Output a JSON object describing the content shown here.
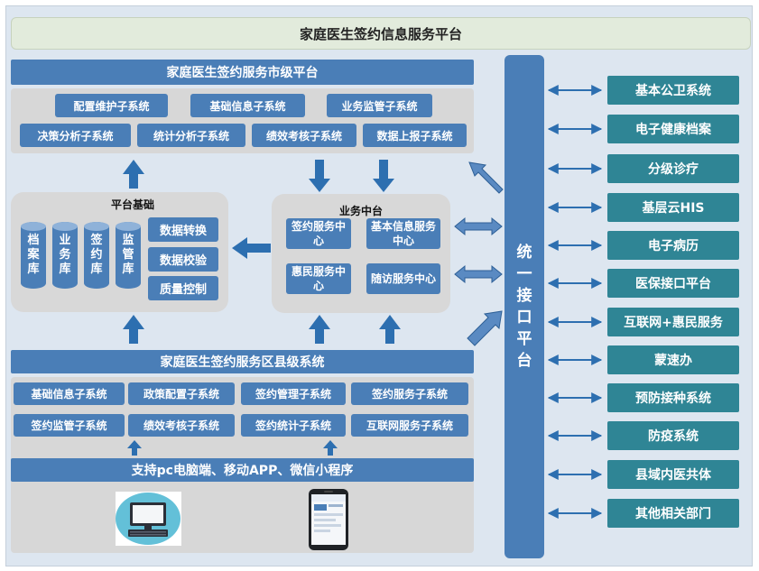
{
  "title": "家庭医生签约信息服务平台",
  "city_platform": {
    "header": "家庭医生签约服务市级平台",
    "row1": [
      "配置维护子系统",
      "基础信息子系统",
      "业务监管子系统"
    ],
    "row2": [
      "决策分析子系统",
      "统计分析子系统",
      "绩效考核子系统",
      "数据上报子系统"
    ]
  },
  "platform_base": {
    "title": "平台基础",
    "cylinders": [
      "档案库",
      "业务库",
      "签约库",
      "监管库"
    ],
    "tools": [
      "数据转换",
      "数据校验",
      "质量控制"
    ]
  },
  "business_center": {
    "title": "业务中台",
    "blocks": [
      "签约服务中心",
      "基本信息服务中心",
      "惠民服务中心",
      "随访服务中心"
    ]
  },
  "county_system": {
    "header": "家庭医生签约服务区县级系统",
    "row1": [
      "基础信息子系统",
      "政策配置子系统",
      "签约管理子系统",
      "签约服务子系统"
    ],
    "row2": [
      "签约监管子系统",
      "绩效考核子系统",
      "签约统计子系统",
      "互联网服务子系统"
    ]
  },
  "support": "支持pc电脑端、移动APP、微信小程序",
  "interface_platform": "统一接口平台",
  "right_systems": [
    "基本公卫系统",
    "电子健康档案",
    "分级诊疗",
    "基层云HIS",
    "电子病历",
    "医保接口平台",
    "互联网+惠民服务",
    "蒙速办",
    "预防接种系统",
    "防疫系统",
    "县域内医共体",
    "其他相关部门"
  ],
  "colors": {
    "block_blue": "#4a7eb7",
    "teal": "#2f8595",
    "arrow_blue": "#2d6fb0",
    "panel_gray": "#d7d7d7",
    "title_green": "#e2ebdc"
  }
}
